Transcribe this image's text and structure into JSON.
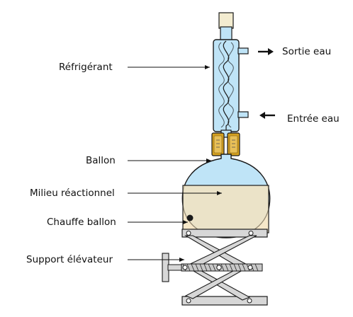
{
  "labels": {
    "refrigerant": "Réfrigérant",
    "ballon": "Ballon",
    "milieu": "Milieu réactionnel",
    "chauffe": "Chauffe ballon",
    "support": "Support élévateur",
    "sortie": "Sortie eau",
    "entree": "Entrée eau"
  },
  "colors": {
    "glass_water": "#bfe4f7",
    "glass_edge": "#1a1a1a",
    "heater": "#f4e3bd",
    "clamp": "#d4a020",
    "metal": "#d7d7d7"
  }
}
